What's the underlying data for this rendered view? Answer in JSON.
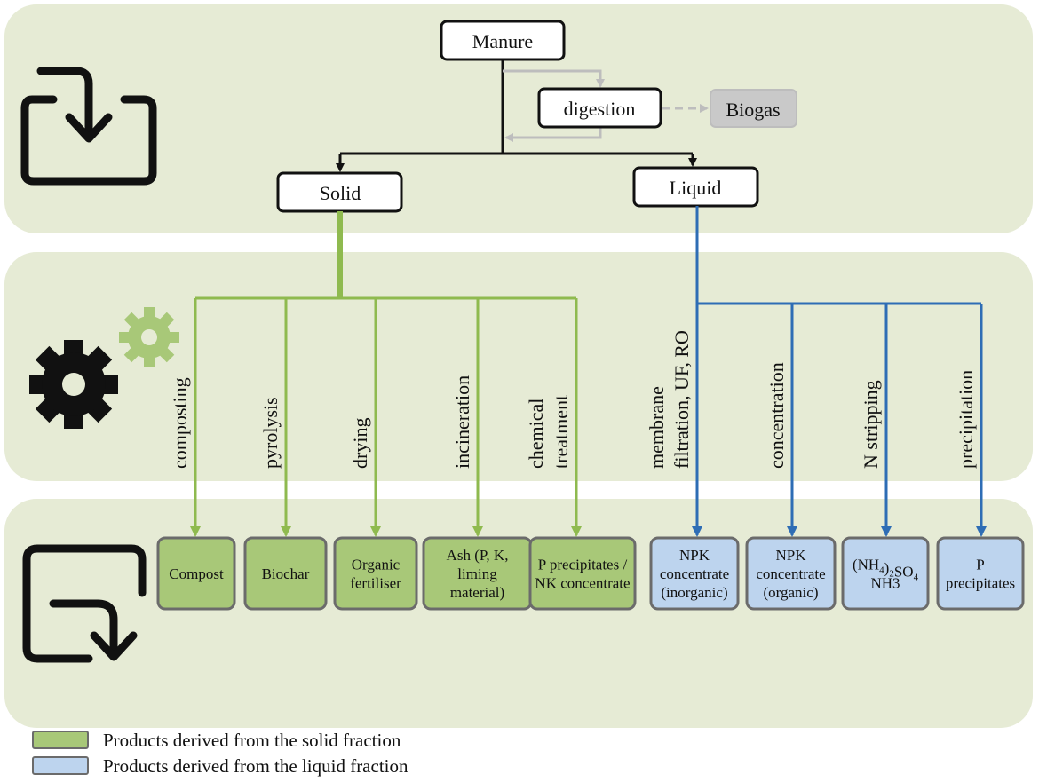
{
  "top_nodes": {
    "manure": "Manure",
    "digestion": "digestion",
    "biogas": "Biogas",
    "solid": "Solid",
    "liquid": "Liquid"
  },
  "solid_processes": [
    {
      "lines": [
        "composting"
      ]
    },
    {
      "lines": [
        "pyrolysis"
      ]
    },
    {
      "lines": [
        "drying"
      ]
    },
    {
      "lines": [
        "incineration"
      ]
    },
    {
      "lines": [
        "chemical",
        "treatment"
      ]
    }
  ],
  "liquid_processes": [
    {
      "lines": [
        "membrane",
        "filtration, UF, RO"
      ]
    },
    {
      "lines": [
        "concentration"
      ]
    },
    {
      "lines": [
        "N stripping"
      ]
    },
    {
      "lines": [
        "precipitation"
      ]
    }
  ],
  "solid_products": [
    {
      "lines": [
        "Compost"
      ]
    },
    {
      "lines": [
        "Biochar"
      ]
    },
    {
      "lines": [
        "Organic",
        "fertiliser"
      ]
    },
    {
      "lines": [
        "Ash (P, K,",
        "liming",
        "material)"
      ]
    },
    {
      "lines": [
        "P precipitates /",
        "NK concentrate"
      ]
    }
  ],
  "liquid_products": [
    {
      "lines": [
        "NPK",
        "concentrate",
        "(inorganic)"
      ]
    },
    {
      "lines": [
        "NPK",
        "concentrate",
        "(organic)"
      ]
    },
    {
      "lines": [
        "(NH4)2SO4",
        "NH3"
      ]
    },
    {
      "lines": [
        "P",
        "precipitates"
      ]
    }
  ],
  "legend": {
    "solid": "Products derived from the solid fraction",
    "liquid": "Products derived from the liquid fraction"
  },
  "colors": {
    "band": "#e6ebd5",
    "solid_fill": "#a8c878",
    "solid_line": "#8fba4f",
    "liquid_fill": "#bdd4ee",
    "liquid_line": "#2e6db5",
    "product_border": "#6b6b6b",
    "biogas_fill": "#c9c9c9",
    "gear_dark": "#111111",
    "gear_light": "#a8c878"
  },
  "icons": {
    "top": "input-tray-icon",
    "middle": "gears-icon",
    "bottom": "output-tray-icon"
  }
}
